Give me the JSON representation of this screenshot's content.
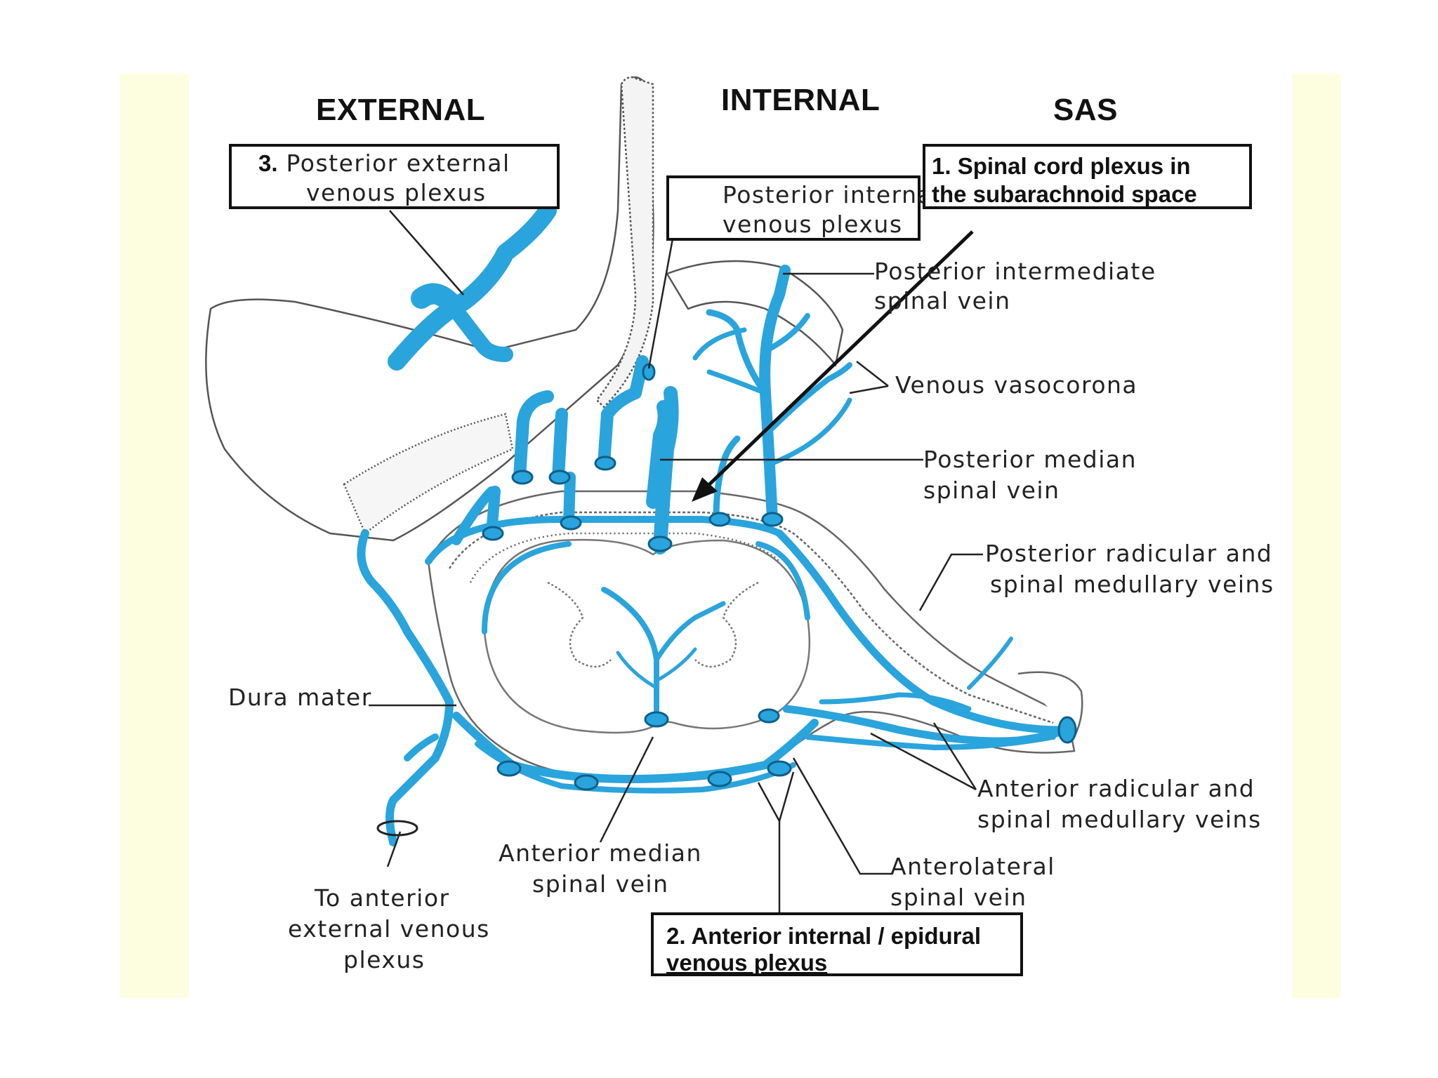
{
  "headings": {
    "external": "EXTERNAL",
    "internal": "INTERNAL",
    "sas": "SAS"
  },
  "boxes": {
    "box1": {
      "line1": "1. Spinal cord plexus in",
      "line2": "the subarachnoid space"
    },
    "box2": {
      "line1": "2. Anterior internal / epidural",
      "line2": "venous plexus"
    },
    "box3": {
      "number": "3.",
      "line1": "Posterior external",
      "line2": "venous plexus"
    },
    "posterior_internal": {
      "line1": "Posterior internal",
      "line2": "venous plexus"
    }
  },
  "labels": {
    "posterior_intermediate": {
      "line1": "Posterior intermediate",
      "line2": "spinal vein"
    },
    "venous_vasocorona": "Venous vasocorona",
    "posterior_median": {
      "line1": "Posterior median",
      "line2": "spinal vein"
    },
    "posterior_radicular": {
      "line1": "Posterior radicular and",
      "line2": "spinal medullary veins"
    },
    "dura_mater": "Dura mater",
    "anterior_radicular": {
      "line1": "Anterior radicular and",
      "line2": "spinal medullary veins"
    },
    "anterior_median": {
      "line1": "Anterior median",
      "line2": "spinal vein"
    },
    "anterolateral": {
      "line1": "Anterolateral",
      "line2": "spinal vein"
    },
    "to_anterior_external": {
      "line1": "To anterior",
      "line2": "external venous",
      "line3": "plexus"
    }
  },
  "colors": {
    "vein": "#2aa4dc",
    "vein_outline": "#0d5f8a",
    "side_band": "#fdfde0",
    "outline": "#444444"
  }
}
